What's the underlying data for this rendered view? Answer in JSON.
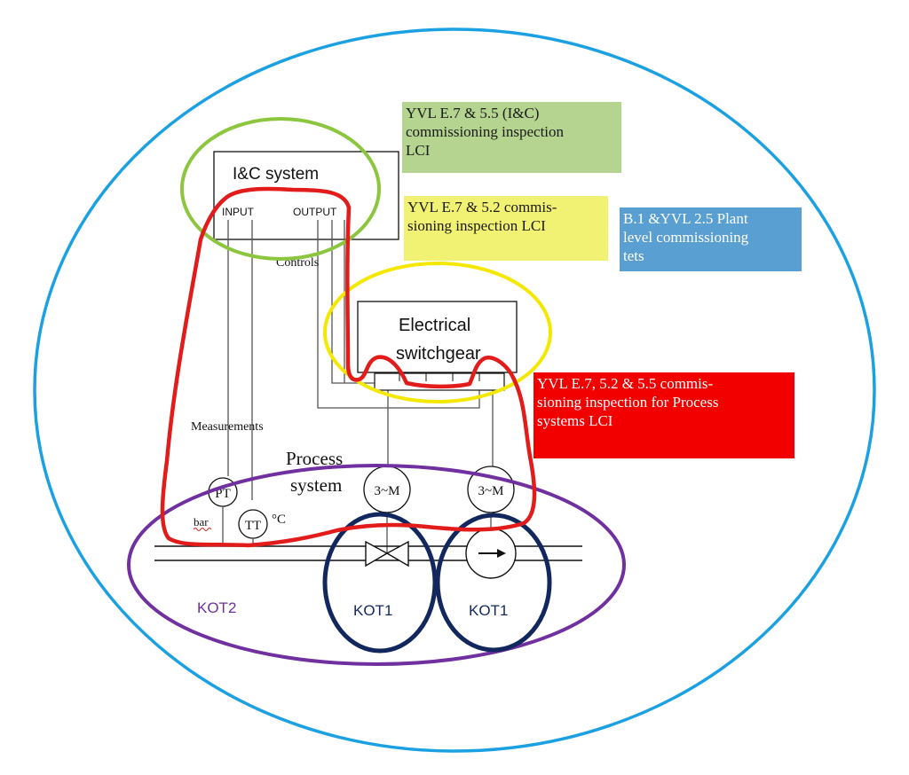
{
  "blocks": {
    "ic_system": "I&C system",
    "input": "INPUT",
    "output": "OUTPUT",
    "controls": "Controls",
    "switchgear_line1": "Electrical",
    "switchgear_line2": "switchgear",
    "measurements": "Measurements",
    "process_line1": "Process",
    "process_line2": "system",
    "pt": "PT",
    "tt": "TT",
    "bar": "bar",
    "celsius": "°C",
    "motor1": "3~M",
    "motor2": "3~M"
  },
  "classes": {
    "kot2": "KOT2",
    "kot1_valve": "KOT1",
    "kot1_pump": "KOT1"
  },
  "notes": {
    "ic_inspection": [
      "YVL E.7 & 5.5 (I&C)",
      "commissioning inspection",
      "LCI"
    ],
    "switchgear_inspection": [
      "YVL E.7 & 5.2 commis-",
      "sioning inspection LCI"
    ],
    "plant_commissioning": [
      "B.1 &YVL 2.5 Plant",
      "level commissioning",
      "tets"
    ],
    "process_inspection": [
      "YVL E.7, 5.2 & 5.5 commis-",
      "sioning inspection for Process",
      "systems LCI"
    ]
  },
  "colors": {
    "outer_boundary": "#1ba1e2",
    "ic_ring": "#8cc63f",
    "switchgear_ring": "#f5e800",
    "process_loop": "#e21b1b",
    "kot2_ring": "#7030a0",
    "kot1_ring": "#12275e",
    "line": "#555555"
  }
}
